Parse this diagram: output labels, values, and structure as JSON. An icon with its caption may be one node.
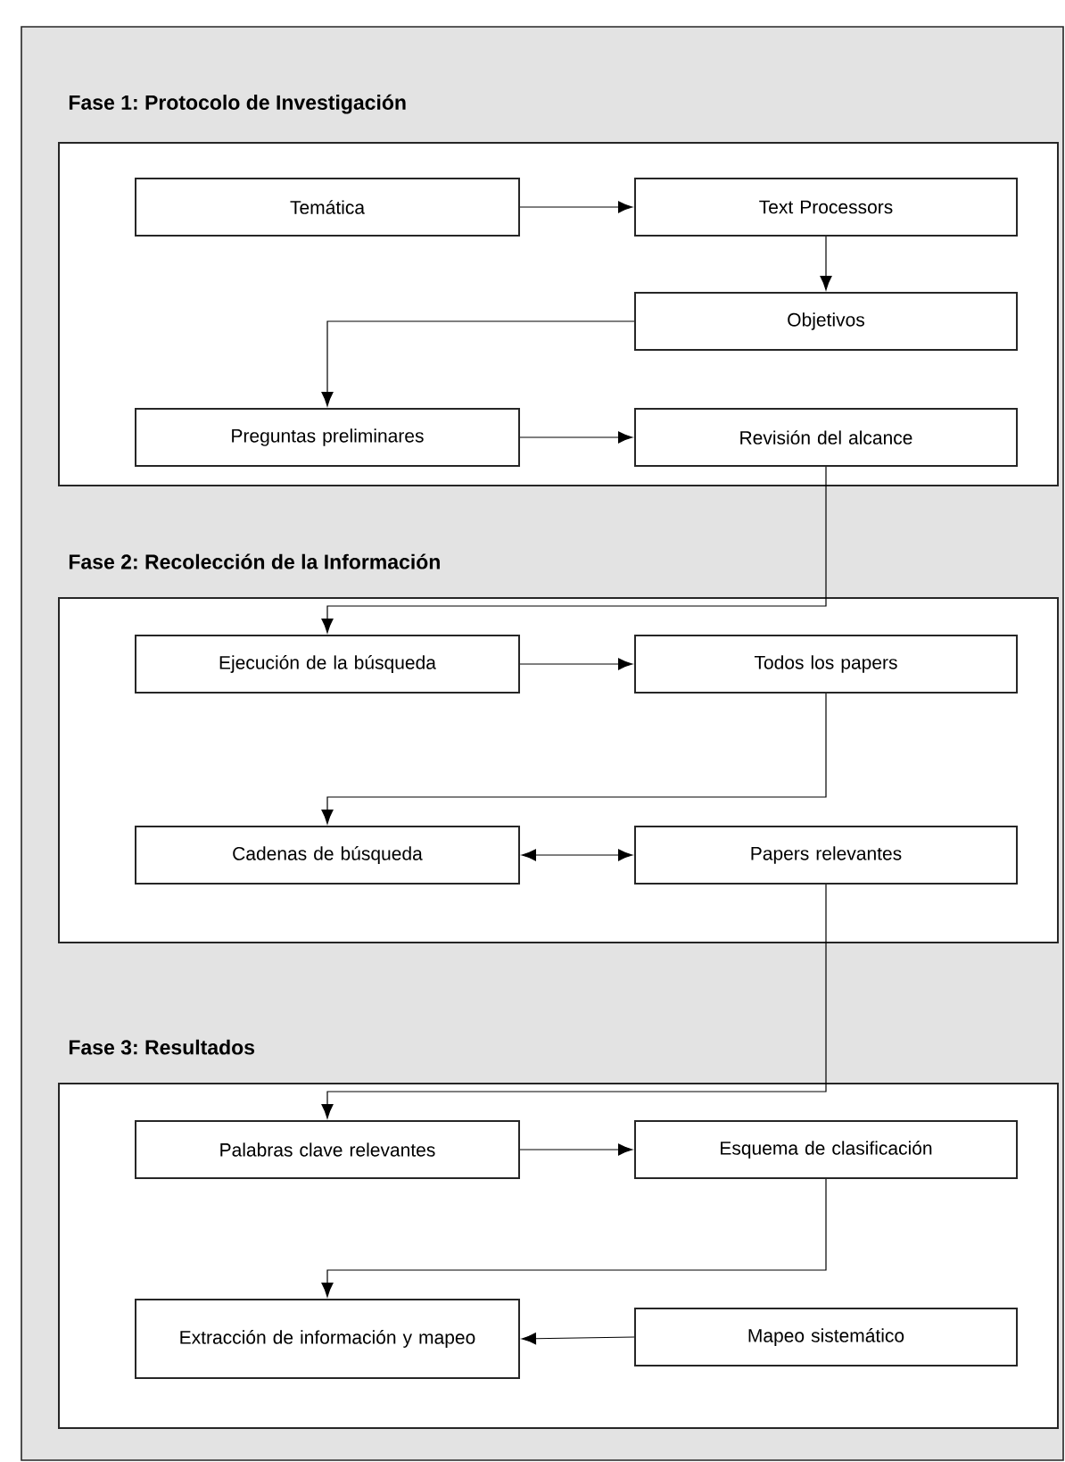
{
  "diagram": {
    "nodes": [
      {
        "text": [],
        "shape": "box"
      },
      {
        "text": [
          "Fase 1: Protocolo de Investigación"
        ],
        "in": 0
      },
      {
        "text": [
          "Temática"
        ],
        "in": 1
      },
      {
        "text": [
          "Text Processors"
        ],
        "in": 1
      },
      {
        "text": [
          "Objetivos"
        ],
        "in": 1
      },
      {
        "text": [
          "Preguntas preliminares"
        ],
        "in": 1
      },
      {
        "text": [
          "Revisión del alcance"
        ],
        "in": 1
      },
      {
        "text": [
          "Fase 2: Recolección de la Información"
        ],
        "in": 0
      },
      {
        "text": [
          "Ejecución de la búsqueda"
        ],
        "in": 7
      },
      {
        "text": [
          "Todos los papers"
        ],
        "in": 7
      },
      {
        "text": [
          "Cadenas de búsqueda"
        ],
        "in": 7
      },
      {
        "text": [
          "Papers relevantes"
        ],
        "in": 7
      },
      {
        "text": [
          "Fase 3: Resultados"
        ],
        "in": 0
      },
      {
        "text": [
          "Palabras clave relevantes"
        ],
        "in": 12
      },
      {
        "text": [
          "Esquema de clasificación"
        ],
        "in": 12
      },
      {
        "text": [
          "Extracción de información y mapeo"
        ],
        "in": 12
      },
      {
        "text": [
          "Mapeo sistemático"
        ],
        "in": 12
      }
    ],
    "edges": [
      {
        "from": 2,
        "to": 3,
        "arrow": "to"
      },
      {
        "from": 3,
        "to": 4,
        "arrow": "to"
      },
      {
        "from": 4,
        "to": 5,
        "arrow": "to"
      },
      {
        "from": 5,
        "to": 6,
        "arrow": "to"
      },
      {
        "from": 6,
        "to": 8,
        "arrow": "to"
      },
      {
        "from": 8,
        "to": 9,
        "arrow": "to"
      },
      {
        "from": 9,
        "to": 10,
        "arrow": "to"
      },
      {
        "from": 10,
        "to": 11,
        "arrow": "both"
      },
      {
        "from": 11,
        "to": 13,
        "arrow": "to"
      },
      {
        "from": 13,
        "to": 14,
        "arrow": "to"
      },
      {
        "from": 14,
        "to": 15,
        "arrow": "to"
      },
      {
        "from": 16,
        "to": 15,
        "arrow": "to"
      }
    ]
  }
}
